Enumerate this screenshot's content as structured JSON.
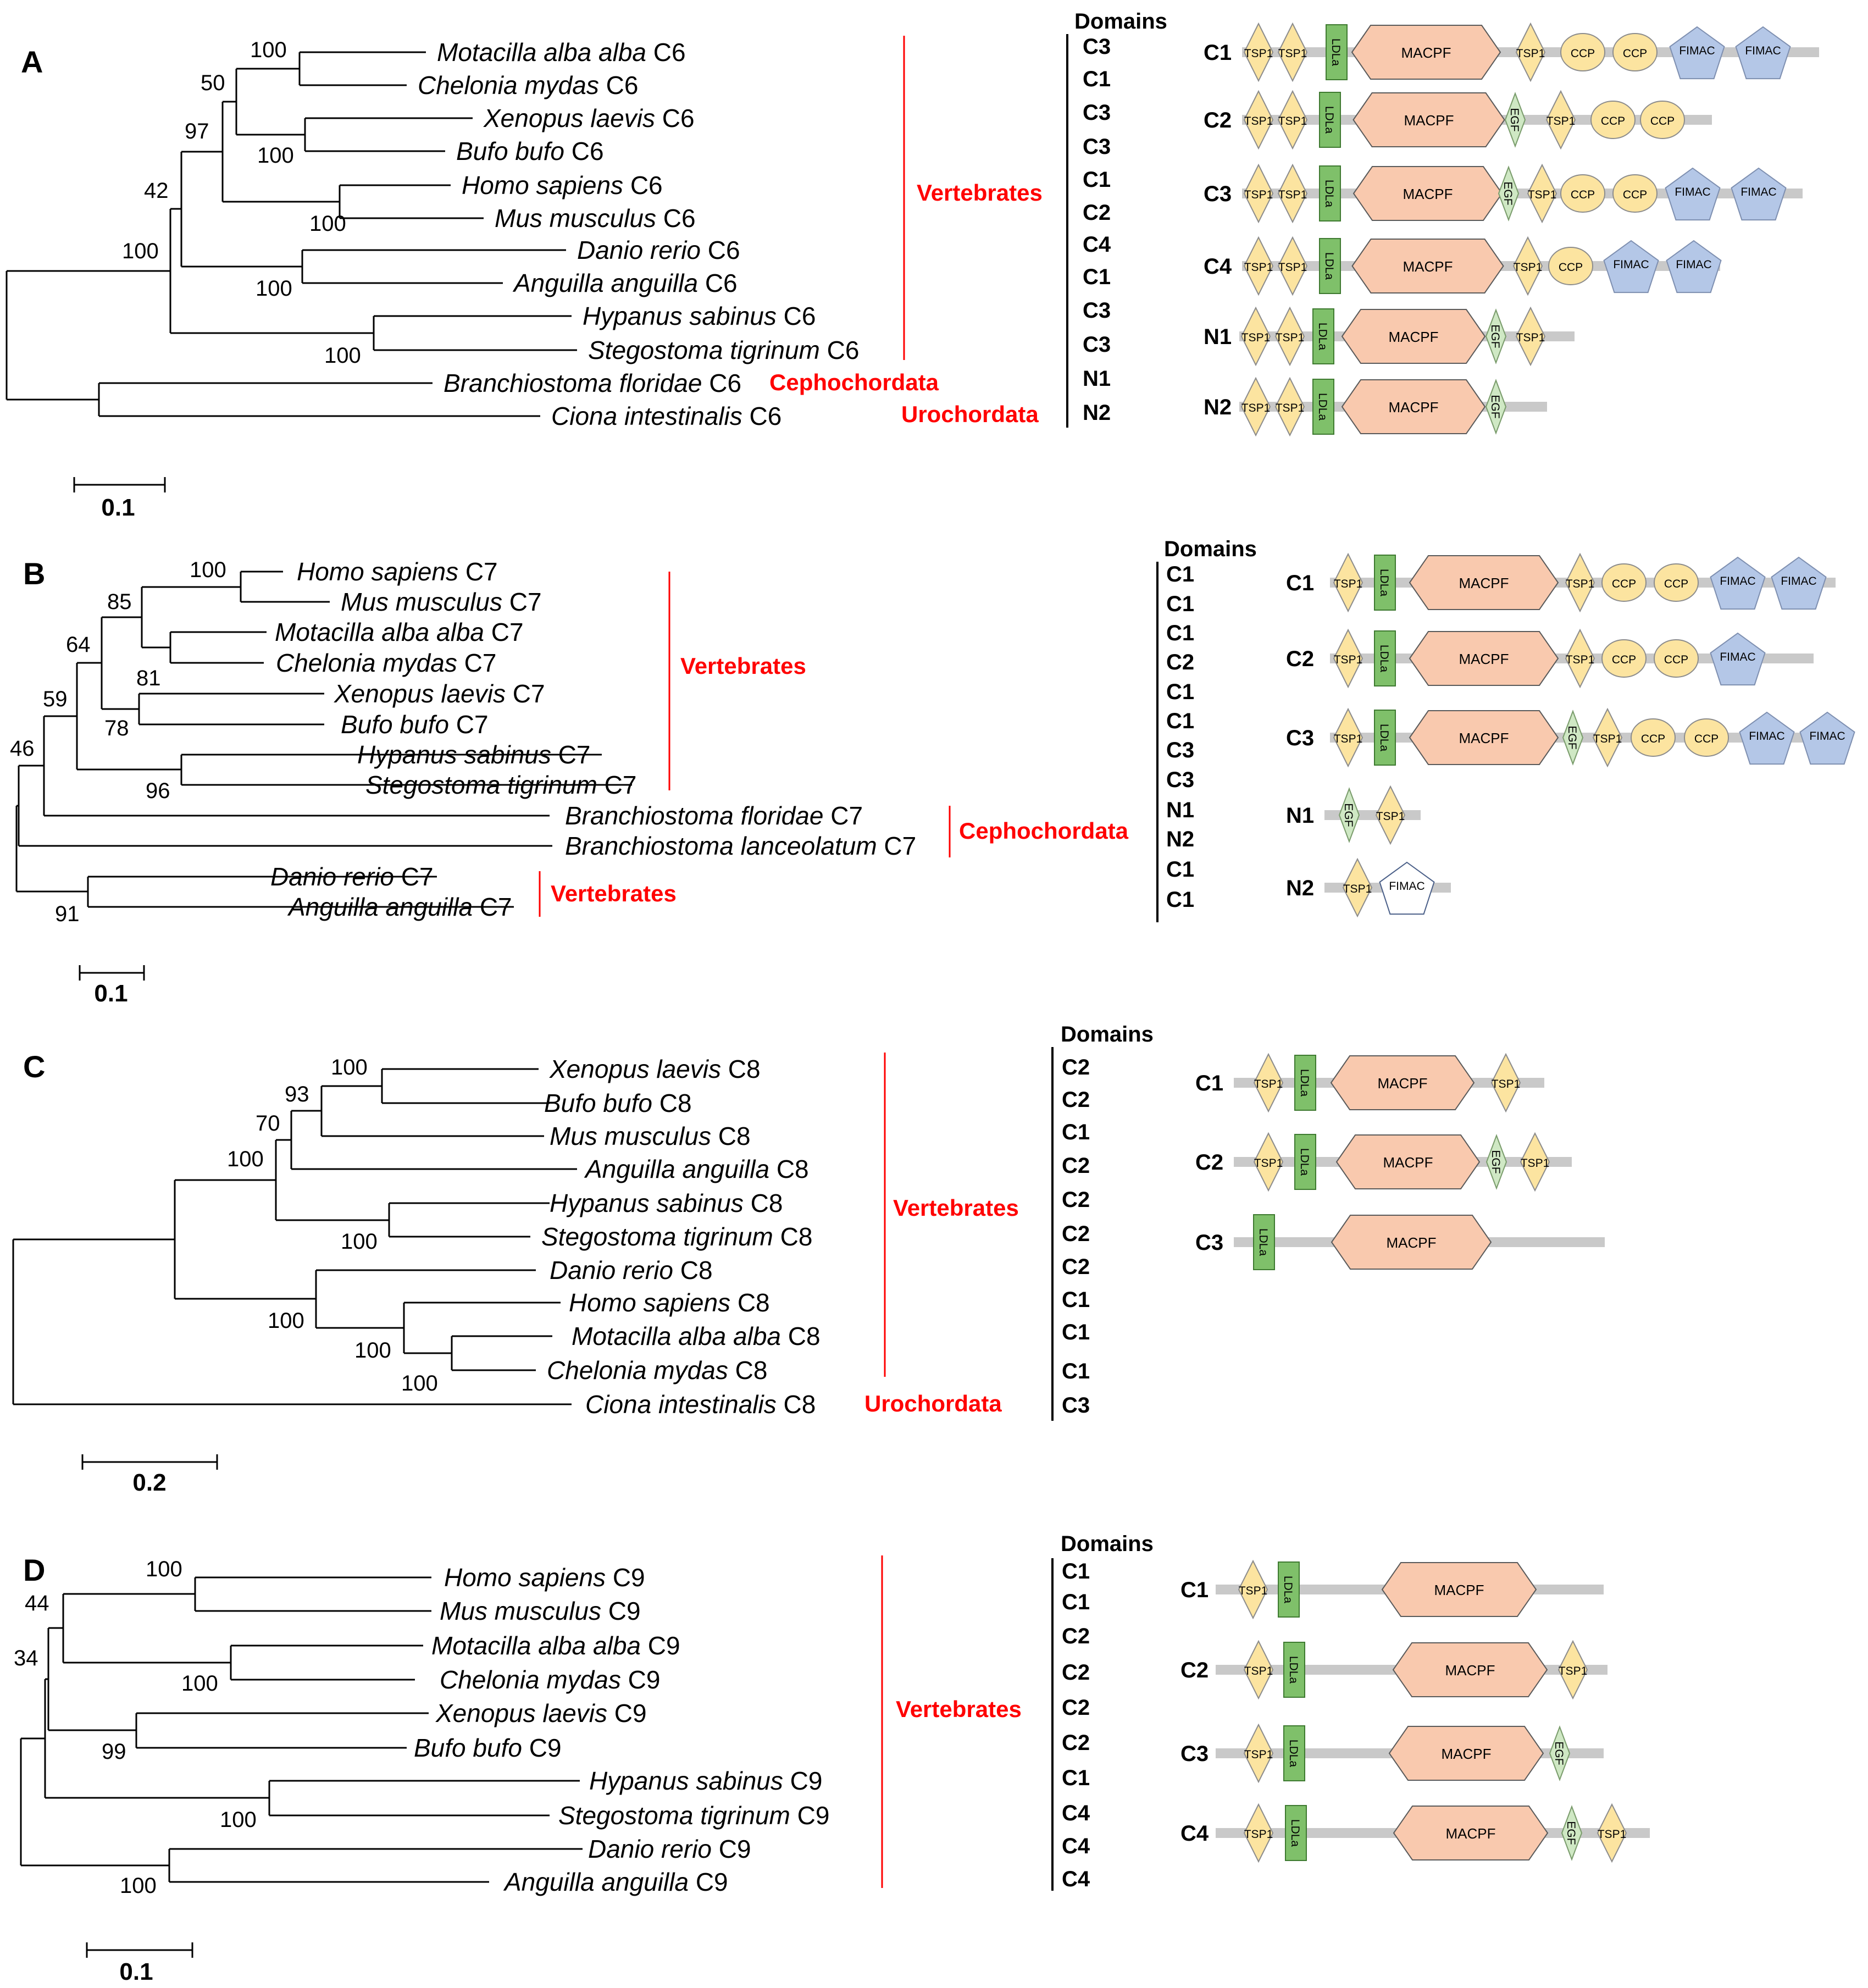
{
  "panels": [
    {
      "label": "A",
      "scale_label": "0.1",
      "domains_header": "Domains",
      "species": [
        "Motacilla alba alba C6",
        "Chelonia mydas C6",
        "Xenopus laevis C6",
        "Bufo bufo C6",
        "Homo sapiens C6",
        "Mus musculus C6",
        "Danio rerio C6",
        "Anguilla anguilla C6",
        "Hypanus sabinus C6",
        "Stegostoma tigrinum C6",
        "Branchiostoma floridae C6",
        "Ciona intestinalis C6"
      ],
      "bootstrap": [
        "100",
        "50",
        "97",
        "100",
        "42",
        "100",
        "100",
        "100",
        "100"
      ],
      "groups": [
        "Vertebrates",
        "Cephochordata",
        "Urochordata"
      ],
      "domain_codes": [
        "C3",
        "C1",
        "C3",
        "C3",
        "C1",
        "C2",
        "C4",
        "C1",
        "C3",
        "C3",
        "N1",
        "N2"
      ],
      "architectures": [
        {
          "id": "C1",
          "domains": [
            "TSP1",
            "TSP1",
            "LDLa",
            "MACPF",
            "TSP1",
            "CCP",
            "CCP",
            "FIMAC",
            "FIMAC"
          ]
        },
        {
          "id": "C2",
          "domains": [
            "TSP1",
            "TSP1",
            "LDLa",
            "MACPF",
            "EGF",
            "TSP1",
            "CCP",
            "CCP"
          ]
        },
        {
          "id": "C3",
          "domains": [
            "TSP1",
            "TSP1",
            "LDLa",
            "MACPF",
            "EGF",
            "TSP1",
            "CCP",
            "CCP",
            "FIMAC",
            "FIMAC"
          ]
        },
        {
          "id": "C4",
          "domains": [
            "TSP1",
            "TSP1",
            "LDLa",
            "MACPF",
            "TSP1",
            "CCP",
            "FIMAC",
            "FIMAC"
          ]
        },
        {
          "id": "N1",
          "domains": [
            "TSP1",
            "TSP1",
            "LDLa",
            "MACPF",
            "EGF",
            "TSP1"
          ]
        },
        {
          "id": "N2",
          "domains": [
            "TSP1",
            "TSP1",
            "LDLa",
            "MACPF",
            "EGF"
          ]
        }
      ]
    },
    {
      "label": "B",
      "scale_label": "0.1",
      "domains_header": "Domains",
      "species": [
        "Homo sapiens C7",
        "Mus musculus C7",
        "Motacilla alba alba C7",
        "Chelonia mydas C7",
        "Xenopus laevis C7",
        "Bufo bufo C7",
        "Hypanus sabinus C7",
        "Stegostoma tigrinum C7",
        "Branchiostoma floridae C7",
        "Branchiostoma lanceolatum C7",
        "Danio rerio C7",
        "Anguilla anguilla C7"
      ],
      "bootstrap": [
        "100",
        "85",
        "81",
        "64",
        "78",
        "59",
        "96",
        "46",
        "91"
      ],
      "groups": [
        "Vertebrates",
        "Cephochordata",
        "Vertebrates"
      ],
      "domain_codes": [
        "C1",
        "C1",
        "C1",
        "C2",
        "C1",
        "C1",
        "C3",
        "C3",
        "N1",
        "N2",
        "C1",
        "C1"
      ],
      "architectures": [
        {
          "id": "C1",
          "domains": [
            "TSP1",
            "LDLa",
            "MACPF",
            "TSP1",
            "CCP",
            "CCP",
            "FIMAC",
            "FIMAC"
          ]
        },
        {
          "id": "C2",
          "domains": [
            "TSP1",
            "LDLa",
            "MACPF",
            "TSP1",
            "CCP",
            "CCP",
            "FIMAC"
          ]
        },
        {
          "id": "C3",
          "domains": [
            "TSP1",
            "LDLa",
            "MACPF",
            "EGF",
            "TSP1",
            "CCP",
            "CCP",
            "FIMAC",
            "FIMAC"
          ]
        },
        {
          "id": "N1",
          "domains": [
            "EGF",
            "TSP1"
          ]
        },
        {
          "id": "N2",
          "domains": [
            "TSP1",
            "FIMAC"
          ]
        }
      ]
    },
    {
      "label": "C",
      "scale_label": "0.2",
      "domains_header": "Domains",
      "species": [
        "Xenopus laevis C8",
        "Bufo bufo C8",
        "Mus musculus C8",
        "Anguilla anguilla C8",
        "Hypanus sabinus C8",
        "Stegostoma tigrinum C8",
        "Danio rerio C8",
        "Homo sapiens C8",
        "Motacilla alba alba C8",
        "Chelonia mydas C8",
        "Ciona intestinalis C8"
      ],
      "bootstrap": [
        "100",
        "93",
        "70",
        "100",
        "100",
        "100",
        "100",
        "100"
      ],
      "groups": [
        "Vertebrates",
        "Urochordata"
      ],
      "domain_codes": [
        "C2",
        "C2",
        "C1",
        "C2",
        "C2",
        "C2",
        "C2",
        "C1",
        "C1",
        "C1",
        "C3"
      ],
      "architectures": [
        {
          "id": "C1",
          "domains": [
            "TSP1",
            "LDLa",
            "MACPF",
            "TSP1"
          ]
        },
        {
          "id": "C2",
          "domains": [
            "TSP1",
            "LDLa",
            "MACPF",
            "EGF",
            "TSP1"
          ]
        },
        {
          "id": "C3",
          "domains": [
            "LDLa",
            "MACPF"
          ]
        }
      ]
    },
    {
      "label": "D",
      "scale_label": "0.1",
      "domains_header": "Domains",
      "species": [
        "Homo sapiens C9",
        "Mus musculus C9",
        "Motacilla alba alba C9",
        "Chelonia mydas C9",
        "Xenopus laevis C9",
        "Bufo bufo C9",
        "Hypanus sabinus C9",
        "Stegostoma tigrinum C9",
        "Danio rerio C9",
        "Anguilla anguilla C9"
      ],
      "bootstrap": [
        "100",
        "44",
        "100",
        "34",
        "99",
        "100",
        "100"
      ],
      "groups": [
        "Vertebrates"
      ],
      "domain_codes": [
        "C1",
        "C1",
        "C2",
        "C2",
        "C2",
        "C2",
        "C1",
        "C4",
        "C4",
        "C4"
      ],
      "architectures": [
        {
          "id": "C1",
          "domains": [
            "TSP1",
            "LDLa",
            "MACPF"
          ]
        },
        {
          "id": "C2",
          "domains": [
            "TSP1",
            "LDLa",
            "MACPF",
            "TSP1"
          ]
        },
        {
          "id": "C3",
          "domains": [
            "TSP1",
            "LDLa",
            "MACPF",
            "EGF"
          ]
        },
        {
          "id": "C4",
          "domains": [
            "TSP1",
            "LDLa",
            "MACPF",
            "EGF",
            "TSP1"
          ]
        }
      ]
    }
  ],
  "colors": {
    "tsp1": "#fce4a0",
    "ccp": "#fce4a0",
    "ldla": "#7fc06a",
    "egf": "#cfe8c4",
    "macpf": "#f9c9ae",
    "fimac": "#b4c7e7",
    "fimac_outline": "#ffffff",
    "backbone": "#c9c9c9",
    "group_label": "#ff0000"
  }
}
